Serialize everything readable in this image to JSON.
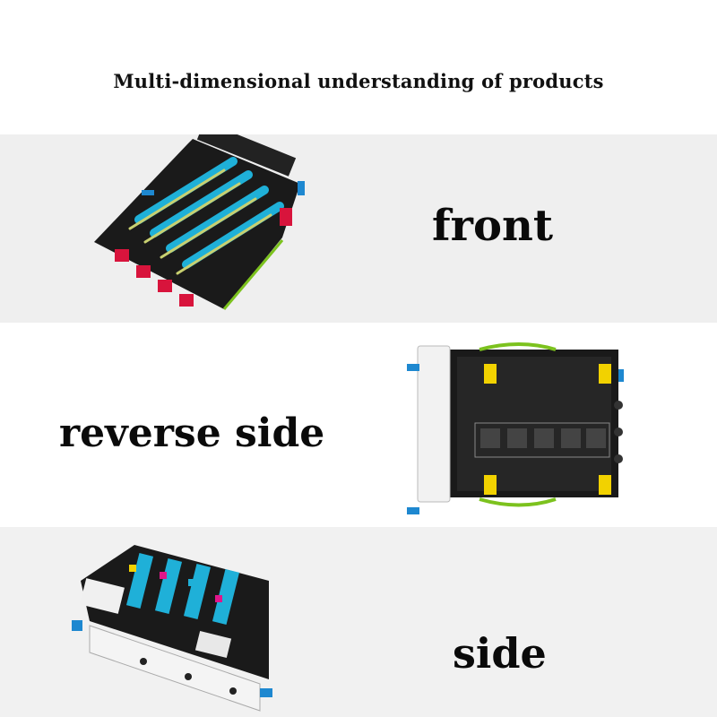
{
  "title": "Multi-dimensional understanding of products",
  "sections": [
    {
      "label": "front"
    },
    {
      "label": "reverse side"
    },
    {
      "label": "side"
    }
  ],
  "colors": {
    "band_gray": "#efefef",
    "drum_cyan": "#1fb0d8",
    "frame_black": "#1a1a1a",
    "handle_red": "#d8143c",
    "handle_blue": "#1e88d0",
    "arm_green": "#7cc21e",
    "label_yellow": "#f2d200"
  }
}
